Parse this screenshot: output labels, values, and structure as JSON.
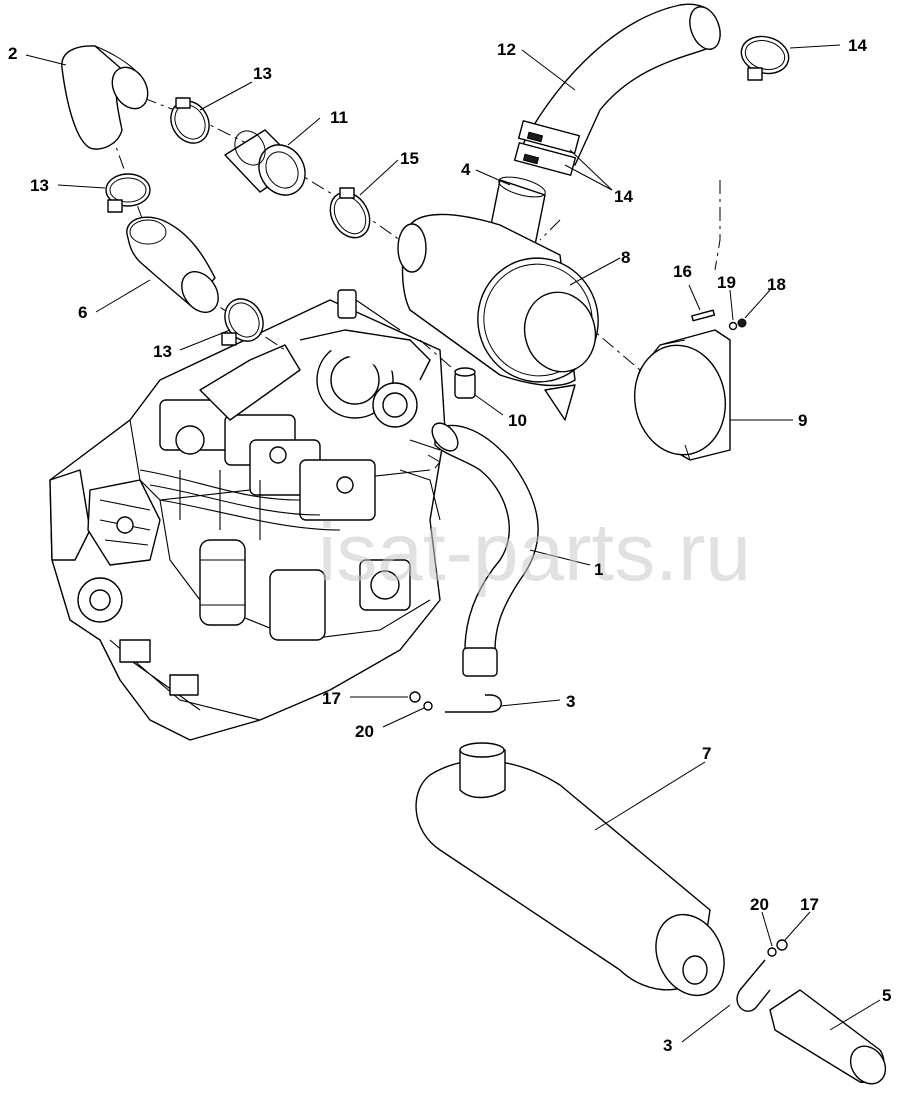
{
  "watermark": "isat-parts.ru",
  "callouts": [
    {
      "id": "c2a",
      "label": "2"
    },
    {
      "id": "c13a",
      "label": "13"
    },
    {
      "id": "c11",
      "label": "11"
    },
    {
      "id": "c13b",
      "label": "13"
    },
    {
      "id": "c15",
      "label": "15"
    },
    {
      "id": "c6",
      "label": "6"
    },
    {
      "id": "c13c",
      "label": "13"
    },
    {
      "id": "c12",
      "label": "12"
    },
    {
      "id": "c14a",
      "label": "14"
    },
    {
      "id": "c4",
      "label": "4"
    },
    {
      "id": "c14b",
      "label": "14"
    },
    {
      "id": "c8",
      "label": "8"
    },
    {
      "id": "c16",
      "label": "16"
    },
    {
      "id": "c19",
      "label": "19"
    },
    {
      "id": "c18",
      "label": "18"
    },
    {
      "id": "c9",
      "label": "9"
    },
    {
      "id": "c10",
      "label": "10"
    },
    {
      "id": "c1",
      "label": "1"
    },
    {
      "id": "c17a",
      "label": "17"
    },
    {
      "id": "c20a",
      "label": "20"
    },
    {
      "id": "c3a",
      "label": "3"
    },
    {
      "id": "c7",
      "label": "7"
    },
    {
      "id": "c20b",
      "label": "20"
    },
    {
      "id": "c17b",
      "label": "17"
    },
    {
      "id": "c5",
      "label": "5"
    },
    {
      "id": "c3b",
      "label": "3"
    }
  ]
}
